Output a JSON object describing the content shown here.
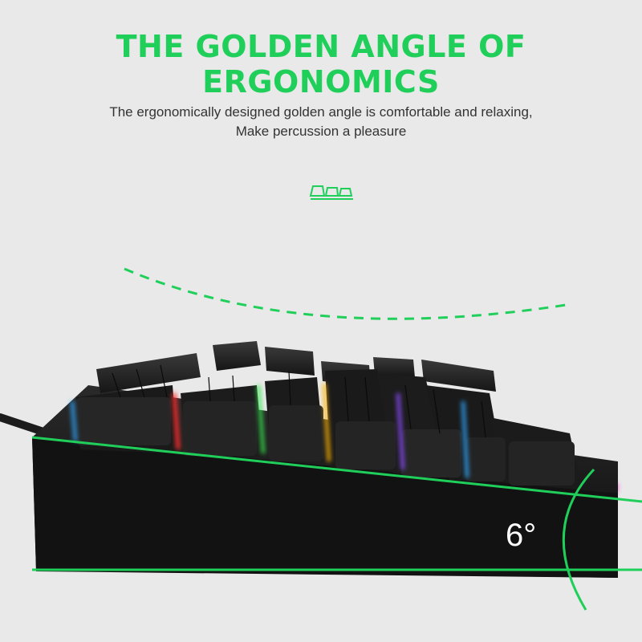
{
  "headline": "THE GOLDEN ANGLE OF ERGONOMICS",
  "subtitle": {
    "line1": "The ergonomically designed golden angle is comfortable and relaxing,",
    "line2": "Make percussion a pleasure"
  },
  "angle_label": "6°",
  "colors": {
    "accent": "#1fcf5a",
    "background": "#e9e9e9",
    "keyboard_body": "#141414"
  },
  "icons": {
    "keycap_icon": "keycap-profile-icon"
  }
}
